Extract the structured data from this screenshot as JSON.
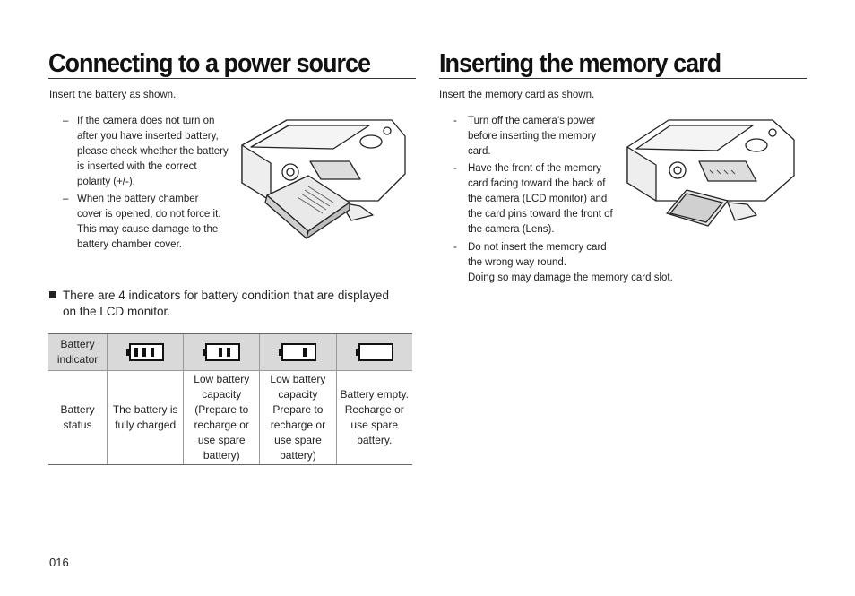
{
  "left": {
    "title": "Connecting to a power source",
    "intro": "Insert the battery as shown.",
    "bullets": [
      {
        "marker": "–",
        "lines": [
          "If the camera does not turn on",
          "after you have inserted battery,",
          "please check whether the battery",
          "is inserted with the correct",
          "polarity (+/-)."
        ]
      },
      {
        "marker": "–",
        "lines": [
          "When the battery chamber",
          "cover is opened, do not force it.",
          "This may cause damage to the",
          "battery chamber cover."
        ]
      }
    ],
    "note_marker": "■",
    "note_lines": [
      "There are 4 indicators for battery condition that are displayed",
      "on the LCD monitor."
    ],
    "table": {
      "header_label_lines": [
        "Battery",
        "indicator"
      ],
      "battery_levels": [
        3,
        2,
        1,
        0
      ],
      "status_label_lines": [
        "Battery",
        "status"
      ],
      "statuses": [
        [
          "The battery is",
          "fully charged"
        ],
        [
          "Low battery",
          "capacity",
          "(Prepare to",
          "recharge or",
          "use spare",
          "battery)"
        ],
        [
          "Low battery",
          "capacity",
          "Prepare to",
          "recharge or",
          "use spare",
          "battery)"
        ],
        [
          "Battery empty.",
          "Recharge or",
          "use spare",
          "battery."
        ]
      ]
    }
  },
  "right": {
    "title": "Inserting the memory card",
    "intro": "Insert the memory card as shown.",
    "bullets": [
      {
        "marker": "-",
        "lines": [
          "Turn off the camera’s power",
          "before inserting the memory",
          "card."
        ]
      },
      {
        "marker": "-",
        "lines": [
          "Have the front of the memory",
          "card facing toward the back of",
          "the camera (LCD monitor) and",
          "the card pins toward the front of",
          "the camera (Lens)."
        ]
      },
      {
        "marker": "-",
        "lines": [
          "Do not insert the memory card",
          "the wrong way round.",
          "Doing so may damage the memory card slot."
        ]
      }
    ]
  },
  "page_number": "016",
  "colors": {
    "text": "#1a1a1a",
    "rule": "#333333",
    "table_header_bg": "#d9d9d9"
  }
}
